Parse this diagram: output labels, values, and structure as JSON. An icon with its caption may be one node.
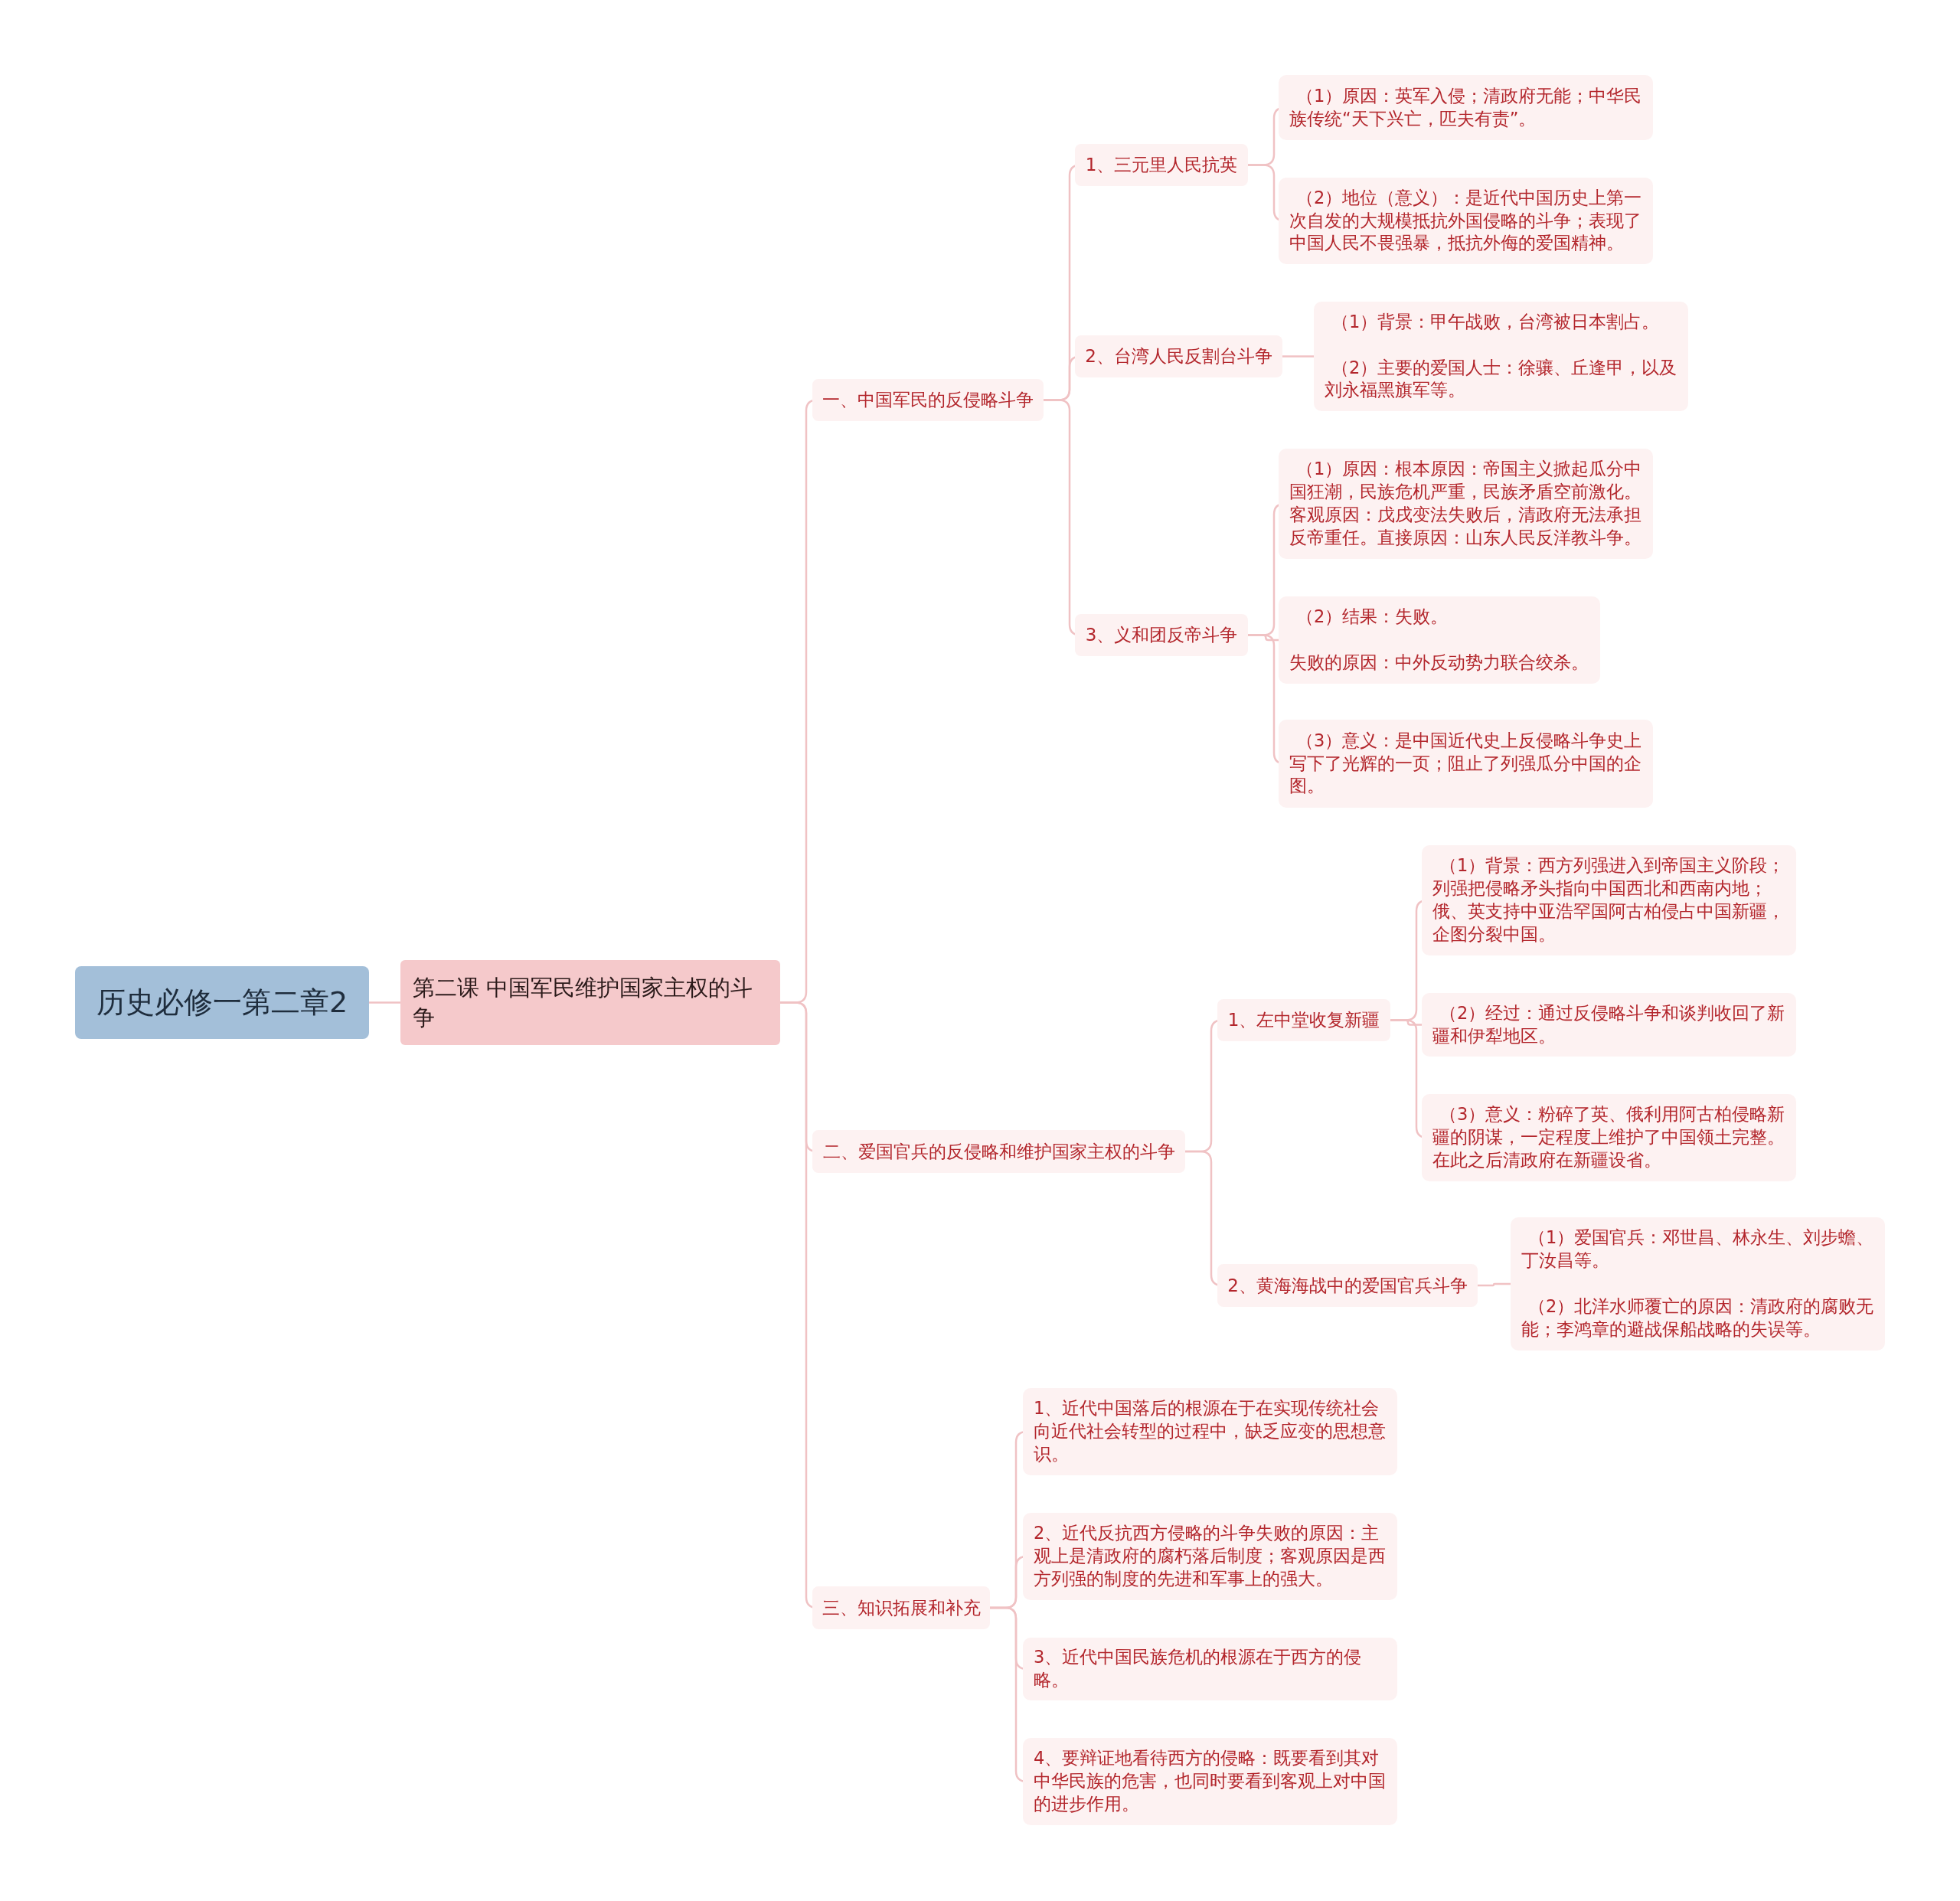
{
  "diagram": {
    "nodes": [
      {
        "text": [
          "历史必修一第二章2"
        ]
      },
      {
        "text": [
          "第二课 中国军民维护国家主权的斗争"
        ]
      },
      {
        "text": [
          "一、中国军民的反侵略斗争"
        ]
      },
      {
        "text": [
          "1、三元里人民抗英"
        ]
      },
      {
        "text": [
          "（1）原因：英军入侵；清政府无能；中华民族传统“天下兴亡，匹夫有责”。"
        ]
      },
      {
        "text": [
          "（2）地位（意义）：是近代中国历史上第一次自发的大规模抵抗外国侵略的斗争；表现了中国人民不畏强暴，抵抗外侮的爱国精神。"
        ]
      },
      {
        "text": [
          "2、台湾人民反割台斗争"
        ]
      },
      {
        "text": [
          "（1）背景：甲午战败，台湾被日本割占。",
          "（2）主要的爱国人士：徐骧、丘逢甲，以及刘永福黑旗军等。"
        ]
      },
      {
        "text": [
          "3、义和团反帝斗争"
        ]
      },
      {
        "text": [
          "（1）原因：根本原因：帝国主义掀起瓜分中国狂潮，民族危机严重，民族矛盾空前激化。客观原因：戊戌变法失败后，清政府无法承担反帝重任。直接原因：山东人民反洋教斗争。"
        ]
      },
      {
        "text": [
          "（2）结果：失败。",
          "失败的原因：中外反动势力联合绞杀。"
        ]
      },
      {
        "text": [
          "（3）意义：是中国近代史上反侵略斗争史上写下了光辉的一页；阻止了列强瓜分中国的企图。"
        ]
      },
      {
        "text": [
          "二、爱国官兵的反侵略和维护国家主权的斗争"
        ]
      },
      {
        "text": [
          "1、左中堂收复新疆"
        ]
      },
      {
        "text": [
          "（1）背景：西方列强进入到帝国主义阶段；列强把侵略矛头指向中国西北和西南内地；俄、英支持中亚浩罕国阿古柏侵占中国新疆，企图分裂中国。"
        ]
      },
      {
        "text": [
          "（2）经过：通过反侵略斗争和谈判收回了新疆和伊犁地区。"
        ]
      },
      {
        "text": [
          "（3）意义：粉碎了英、俄利用阿古柏侵略新疆的阴谋，一定程度上维护了中国领土完整。在此之后清政府在新疆设省。"
        ]
      },
      {
        "text": [
          "2、黄海海战中的爱国官兵斗争"
        ]
      },
      {
        "text": [
          "（1）爱国官兵：邓世昌、林永生、刘步蟾、丁汝昌等。",
          "（2）北洋水师覆亡的原因：清政府的腐败无能；李鸿章的避战保船战略的失误等。"
        ]
      },
      {
        "text": [
          "三、知识拓展和补充"
        ]
      },
      {
        "text": [
          "1、近代中国落后的根源在于在实现传统社会向近代社会转型的过程中，缺乏应变的思想意识。"
        ]
      },
      {
        "text": [
          "2、近代反抗西方侵略的斗争失败的原因：主观上是清政府的腐朽落后制度；客观原因是西方列强的制度的先进和军事上的强大。"
        ]
      },
      {
        "text": [
          "3、近代中国民族危机的根源在于西方的侵略。"
        ]
      },
      {
        "text": [
          "4、要辩证地看待西方的侵略：既要看到其对中华民族的危害，也同时要看到客观上对中国的进步作用。"
        ]
      }
    ],
    "edges": [
      {
        "from": 0,
        "to": 1,
        "arrow": "none"
      },
      {
        "from": 1,
        "to": 2,
        "arrow": "none"
      },
      {
        "from": 2,
        "to": 3,
        "arrow": "none"
      },
      {
        "from": 3,
        "to": 4,
        "arrow": "none"
      },
      {
        "from": 3,
        "to": 5,
        "arrow": "none"
      },
      {
        "from": 2,
        "to": 6,
        "arrow": "none"
      },
      {
        "from": 6,
        "to": 7,
        "arrow": "none"
      },
      {
        "from": 2,
        "to": 8,
        "arrow": "none"
      },
      {
        "from": 8,
        "to": 9,
        "arrow": "none"
      },
      {
        "from": 8,
        "to": 10,
        "arrow": "none"
      },
      {
        "from": 8,
        "to": 11,
        "arrow": "none"
      },
      {
        "from": 1,
        "to": 12,
        "arrow": "none"
      },
      {
        "from": 12,
        "to": 13,
        "arrow": "none"
      },
      {
        "from": 13,
        "to": 14,
        "arrow": "none"
      },
      {
        "from": 13,
        "to": 15,
        "arrow": "none"
      },
      {
        "from": 13,
        "to": 16,
        "arrow": "none"
      },
      {
        "from": 12,
        "to": 17,
        "arrow": "none"
      },
      {
        "from": 17,
        "to": 18,
        "arrow": "none"
      },
      {
        "from": 1,
        "to": 19,
        "arrow": "none"
      },
      {
        "from": 19,
        "to": 20,
        "arrow": "none"
      },
      {
        "from": 19,
        "to": 21,
        "arrow": "none"
      },
      {
        "from": 19,
        "to": 22,
        "arrow": "none"
      },
      {
        "from": 19,
        "to": 23,
        "arrow": "none"
      }
    ]
  }
}
